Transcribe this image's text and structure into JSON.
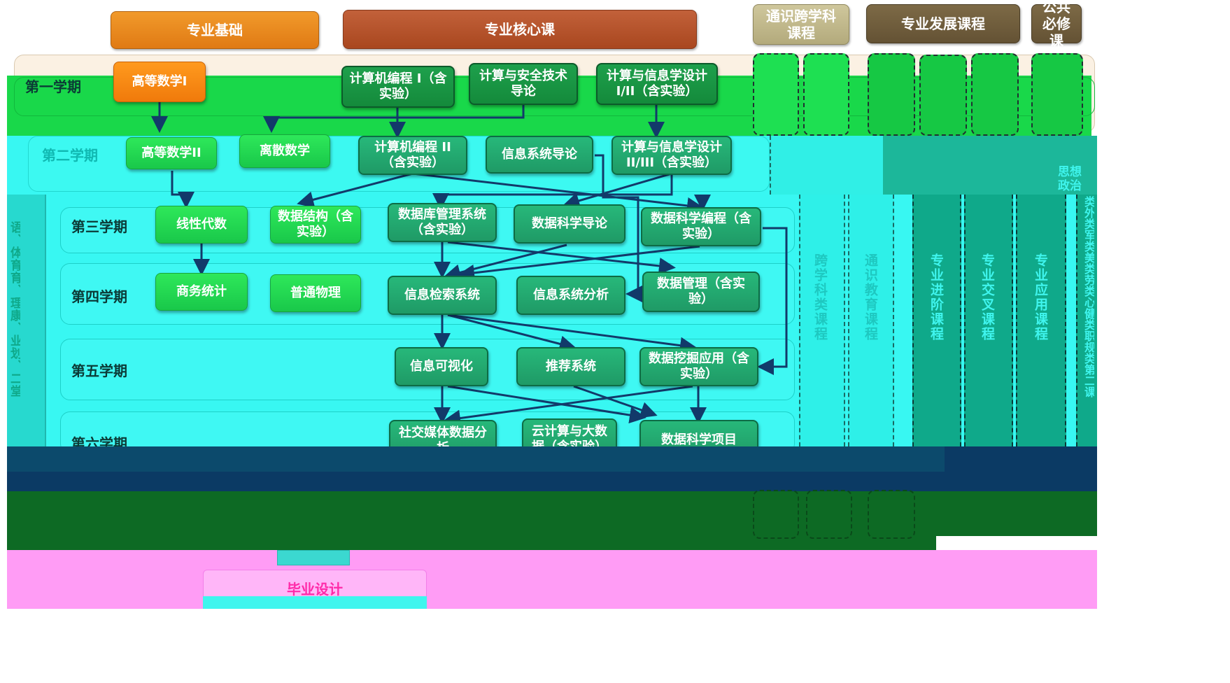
{
  "header": {
    "basic": "专业基础",
    "core": "专业核心课",
    "general": "通识跨学科课程",
    "development": "专业发展课程",
    "public": "公共必修课"
  },
  "semesters": [
    "第一学期",
    "第二学期",
    "第三学期",
    "第四学期",
    "第五学期",
    "第六学期"
  ],
  "courses": {
    "math1": "高等数学I",
    "prog1": "计算机编程 I（含实验）",
    "security": "计算与安全技术导论",
    "design1": "计算与信息学设计 I/II（含实验）",
    "math2": "高等数学II",
    "discrete": "离散数学",
    "prog2": "计算机编程 II（含实验）",
    "infosys": "信息系统导论",
    "design2": "计算与信息学设计 II/III（含实验）",
    "linear": "线性代数",
    "datastruct": "数据结构（含实验）",
    "dbms": "数据库管理系统（含实验）",
    "dsintro": "数据科学导论",
    "dsprog": "数据科学编程（含实验）",
    "bizstat": "商务统计",
    "physics": "普通物理",
    "retrieval": "信息检索系统",
    "sysanalysis": "信息系统分析",
    "datamgmt": "数据管理（含实验）",
    "vis": "信息可视化",
    "recsys": "推荐系统",
    "mining": "数据挖掘应用（含实验）",
    "social": "社交媒体数据分析",
    "cloud": "云计算与大数据（含实验）",
    "dsproject": "数据科学项目"
  },
  "columns": {
    "crossdisc": "跨学科类课程",
    "general_ed": "通识教育课程",
    "advanced": "专业进阶课程",
    "cross": "专业交叉课程",
    "applied": "专业应用课程",
    "politics": "思想政治",
    "public_right": "类外类军类美类劳类心健类职规类第二课",
    "public_left": "语、体育育、理康、业划、二堂"
  },
  "footer": {
    "graduation": "毕业设计"
  },
  "colors": {
    "header_basic": "#e8861c",
    "header_core": "#b5532a",
    "header_general": "#bfb68a",
    "header_development": "#6f5d3b",
    "course_green": "#24d352",
    "band_green": "#19d84a",
    "band_cyan": "#38f7f2",
    "column_teal": "#0fa98a",
    "footer_pink": "#ff9cf5",
    "footer_dark": "#0d6a24"
  }
}
